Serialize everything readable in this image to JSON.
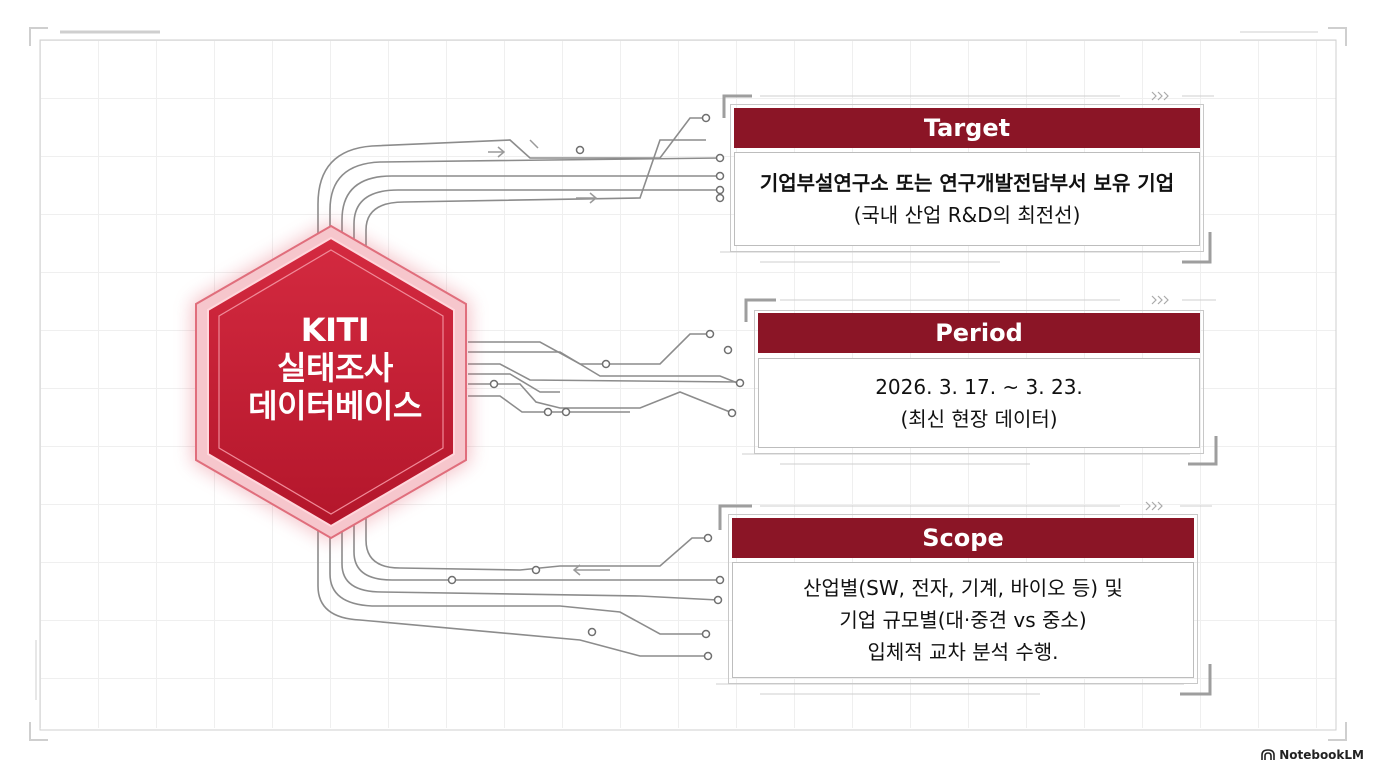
{
  "hub": {
    "lines": [
      "KITI",
      "실태조사",
      "데이터베이스"
    ]
  },
  "panels": [
    {
      "id": "target",
      "title": "Target",
      "lines": [
        "기업부설연구소 또는 연구개발전담부서 보유 기업",
        "(국내 산업 R&D의 최전선)"
      ]
    },
    {
      "id": "period",
      "title": "Period",
      "lines": [
        "2026. 3. 17. ~ 3. 23.",
        "(최신 현장 데이터)"
      ]
    },
    {
      "id": "scope",
      "title": "Scope",
      "lines": [
        "산업별(SW, 전자, 기계, 바이오 등) 및",
        "기업 규모별(대·중견 vs 중소)",
        "입체적 교차 분석 수행."
      ]
    }
  ],
  "brand": {
    "label": "NotebookLM"
  },
  "colors": {
    "accent": "#8b1526",
    "hub": "#c41e34",
    "wire": "#8c8c8c",
    "frame": "#cfcfcf"
  }
}
